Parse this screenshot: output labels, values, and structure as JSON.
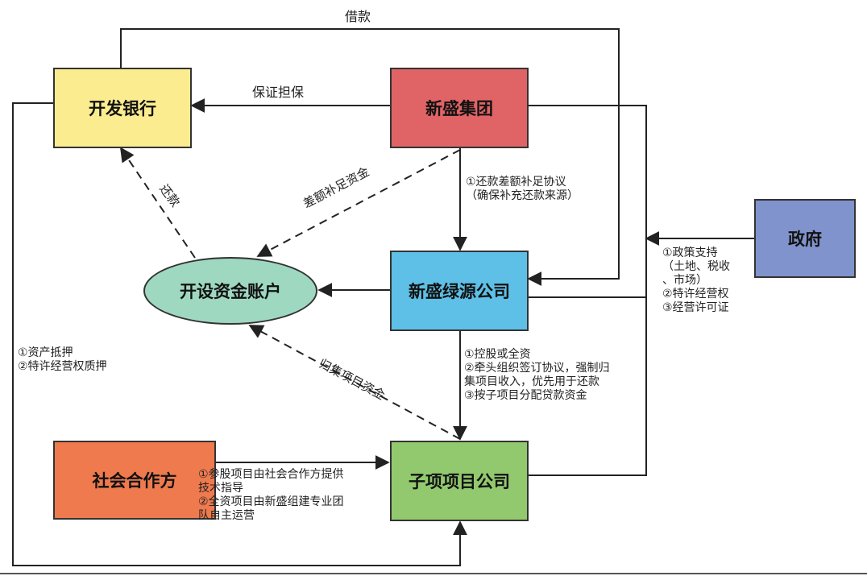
{
  "nodes": {
    "bank": "开发银行",
    "group": "新盛集团",
    "gov": "政府",
    "account": "开设资金账户",
    "green": "新盛绿源公司",
    "partner": "社会合作方",
    "sub": "子项项目公司"
  },
  "labels": {
    "loan": "借款",
    "guarantee": "保证担保",
    "gap_fill": "差额补足资金",
    "repay": "还款",
    "collect": "归集项目资金",
    "group_green": [
      "①还款差额补足协议",
      "（确保补充还款来源）"
    ],
    "gov_support": [
      "①政策支持",
      "（土地、税收",
      "、市场）",
      "②特许经营权",
      "③经营许可证"
    ],
    "collateral": [
      "①资产抵押",
      "②特许经营权质押"
    ],
    "green_sub": [
      "①控股或全资",
      "②牵头组织签订协议，强制归",
      "集项目收入，优先用于还款",
      "③按子项目分配贷款资金"
    ],
    "partner_sub": [
      "①参股项目由社会合作方提供",
      "技术指导",
      "②全资项目由新盛组建专业团",
      "队自主运营"
    ]
  },
  "colors": {
    "bank": "#fbed8f",
    "group": "#e06466",
    "gov": "#8093cc",
    "account": "#9fd8c0",
    "green": "#5ec0e6",
    "partner": "#ee7a4e",
    "sub": "#92c96e",
    "line": "#222222"
  }
}
